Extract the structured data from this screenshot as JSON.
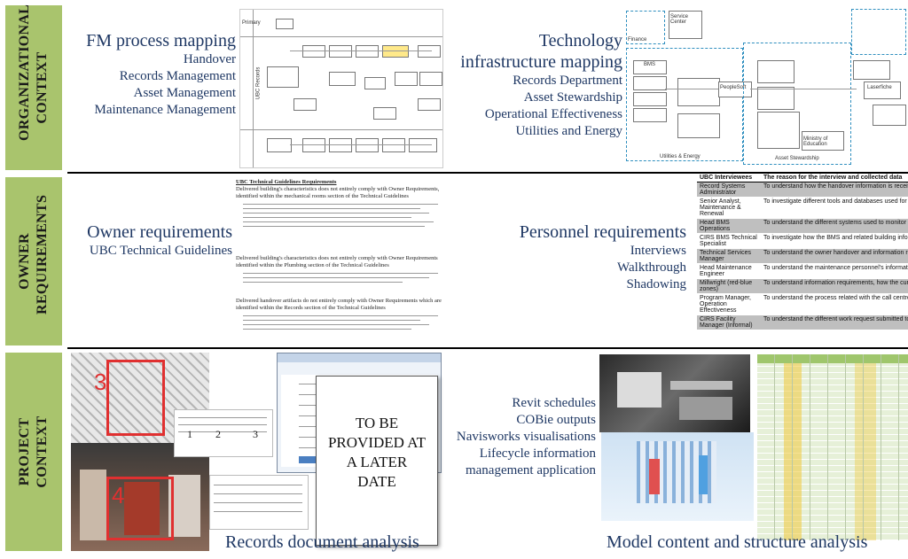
{
  "sections": [
    {
      "label": "ORGANIZATIONAL CONTEXT"
    },
    {
      "label": "OWNER REQUIREMENTS"
    },
    {
      "label": "PROJECT CONTEXT"
    }
  ],
  "fm_process": {
    "title": "FM process mapping",
    "items": [
      "Handover",
      "Records Management",
      "Asset Management",
      "Maintenance Management"
    ]
  },
  "tech_infra": {
    "title": "Technology infrastructure mapping",
    "items": [
      "Records Department",
      "Asset Stewardship",
      "Operational Effectiveness",
      "Utilities and Energy"
    ]
  },
  "owner_req": {
    "title": "Owner requirements",
    "items": [
      "UBC Technical Guidelines"
    ]
  },
  "personnel_req": {
    "title": "Personnel requirements",
    "items": [
      "Interviews",
      "Walkthrough",
      "Shadowing"
    ]
  },
  "model_items": [
    "Revit schedules",
    "COBie outputs",
    "Navisworks visualisations",
    "Lifecycle information",
    "management application"
  ],
  "captions": {
    "records": "Records document analysis",
    "model": "Model content and structure analysis"
  },
  "placeholder_doc": "TO BE PROVIDED AT A LATER DATE",
  "photo_numbers": [
    "3",
    "4",
    "1",
    "2",
    "3"
  ],
  "guidelines_doc": {
    "title": "UBC Technical Guidelines Requirements",
    "para1": "Delivered building's characteristics does not entirely comply with Owner Requirements, identified within the mechanical rooms section of the Technical Guidelines",
    "para2": "Delivered building's characteristics does not entirely comply with Owner Requirements identified within the Plumbing section of the Technical Guidelines",
    "para3": "Delivered handover artifacts do not entirely comply with Owner Requirements which are identified within the Records section of the Technical Guidelines"
  },
  "interview_table": {
    "headers": [
      "UBC Interviewees",
      "The reason for the interview and collected data"
    ],
    "rows": [
      [
        "Record Systems Administrator",
        "To understand how the handover information is received, and accessed by different departments within the university"
      ],
      [
        "Senior Analyst, Maintenance & Renewal",
        "To investigate different tools and databases used for main... an understanding of effort required for asset data collection of structuring collected information for asset management"
      ],
      [
        "Head BMS Operations",
        "To understand the different systems used to monitor and equipment, including the different visualizations and in applications on campus"
      ],
      [
        "CIRS BMS Technical Specialist",
        "To investigate how the BMS and related building information CIRS. To document issues and problems about the CIRS BMS"
      ],
      [
        "Technical Services Manager",
        "To understand the owner handover and information require are incorporated into the information handover. Learned databases that are not shared with other departments."
      ],
      [
        "Head Maintenance Engineer",
        "To understand the maintenance personnel's information n methods of accessing information, usability of information between maintenance personnel."
      ],
      [
        "Millwright (red-blue zones)",
        "To understand information requirements, how the current Missing information about systems work and how individu the systems; Gained an understanding about maintenance across after building handover, building conditions that hin"
      ],
      [
        "Program Manager, Operation Effectiveness",
        "To understand the process related with the call centre and the old information management system and the new syste"
      ],
      [
        "CIRS Facility Manager (Informal)",
        "To understand the different work request submitted to dat everyday practices."
      ]
    ]
  },
  "diagram_labels": {
    "finance": "Finance",
    "utilities": "Utilities & Energy",
    "asset": "Asset Stewardship",
    "peoplesoft": "PeopleSoft",
    "service_center": "Service Center",
    "lawson": "Laserfiche",
    "bms": "BMS",
    "ministry": "Ministry of Education"
  },
  "colors": {
    "band": "#a9c46d",
    "text": "#1f3864",
    "red_box": "#e03030"
  }
}
